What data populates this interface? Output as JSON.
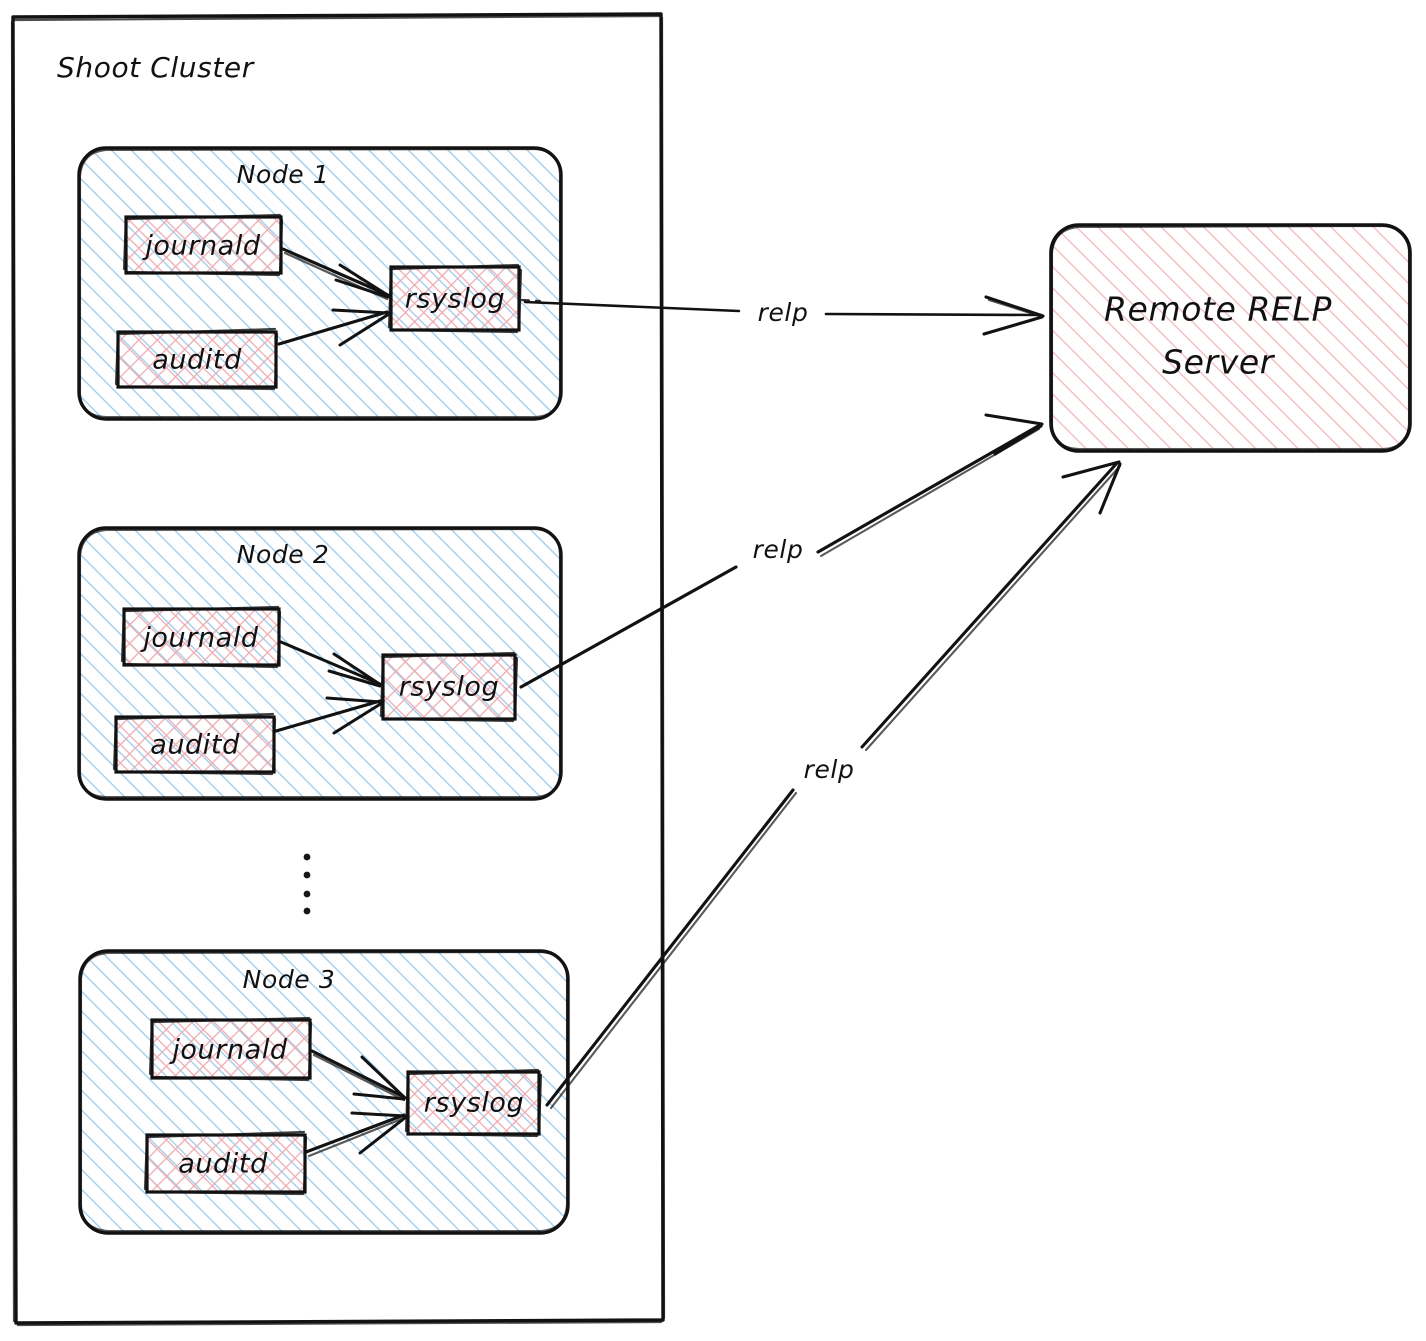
{
  "diagram": {
    "title": "Shoot Cluster",
    "cluster": {
      "label": "Shoot Cluster"
    },
    "nodes": [
      {
        "label": "Node 1",
        "components": [
          {
            "label": "journald",
            "role": "log-source"
          },
          {
            "label": "auditd",
            "role": "log-source"
          },
          {
            "label": "rsyslog",
            "role": "log-forwarder"
          }
        ],
        "internal_edges": [
          {
            "from": "journald",
            "to": "rsyslog",
            "label": ""
          },
          {
            "from": "auditd",
            "to": "rsyslog",
            "label": ""
          }
        ]
      },
      {
        "label": "Node 2",
        "components": [
          {
            "label": "journald",
            "role": "log-source"
          },
          {
            "label": "auditd",
            "role": "log-source"
          },
          {
            "label": "rsyslog",
            "role": "log-forwarder"
          }
        ],
        "internal_edges": [
          {
            "from": "journald",
            "to": "rsyslog",
            "label": ""
          },
          {
            "from": "auditd",
            "to": "rsyslog",
            "label": ""
          }
        ]
      },
      {
        "label": "Node 3",
        "components": [
          {
            "label": "journald",
            "role": "log-source"
          },
          {
            "label": "auditd",
            "role": "log-source"
          },
          {
            "label": "rsyslog",
            "role": "log-forwarder"
          }
        ],
        "internal_edges": [
          {
            "from": "journald",
            "to": "rsyslog",
            "label": ""
          },
          {
            "from": "auditd",
            "to": "rsyslog",
            "label": ""
          }
        ]
      }
    ],
    "ellipsis": "⋮",
    "server": {
      "label_line1": "Remote RELP",
      "label_line2": "Server"
    },
    "external_edges": [
      {
        "from": "Node 1 rsyslog",
        "to": "Remote RELP Server",
        "label": "relp"
      },
      {
        "from": "Node 2 rsyslog",
        "to": "Remote RELP Server",
        "label": "relp"
      },
      {
        "from": "Node 3 rsyslog",
        "to": "Remote RELP Server",
        "label": "relp"
      }
    ],
    "colors": {
      "stroke": "#121212",
      "node_fill_hatch": "#8cc4ea",
      "component_fill_hatch": "#e8a0a8",
      "server_fill_hatch": "#eda6a6",
      "background": "#ffffff",
      "text": "#111111"
    }
  }
}
